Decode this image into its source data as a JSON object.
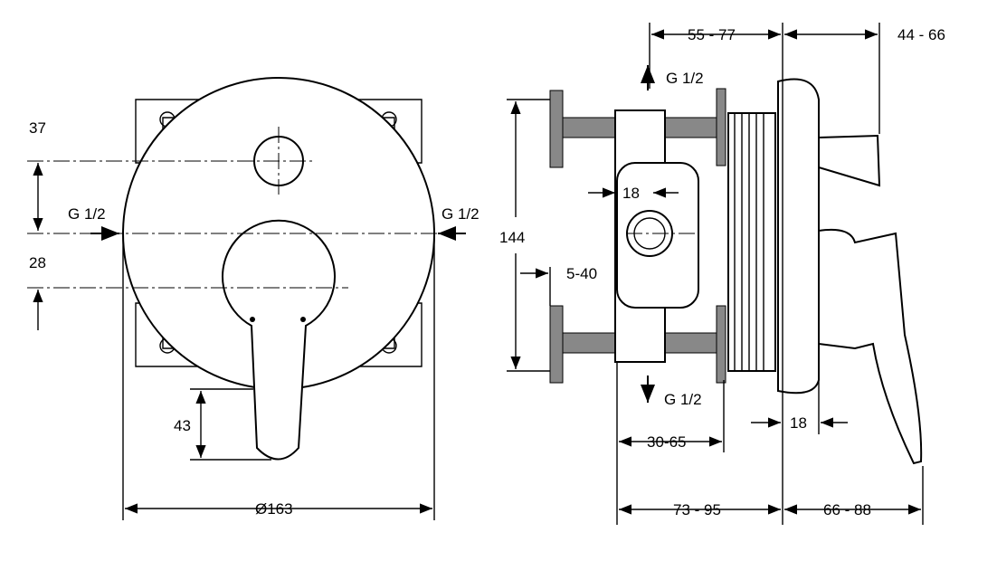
{
  "front_view": {
    "dim_37": "37",
    "inlet_left": "G 1/2",
    "inlet_right": "G 1/2",
    "dim_28": "28",
    "dim_43": "43",
    "diameter": "Ø163"
  },
  "side_view": {
    "dim_55_77": "55 - 77",
    "dim_44_66": "44 - 66",
    "outlet_top": "G 1/2",
    "outlet_bottom": "G 1/2",
    "dim_144": "144",
    "dim_18_body": "18",
    "dim_5_40": "5-40",
    "dim_30_65": "30-65",
    "dim_18_handle": "18",
    "dim_73_95": "73 - 95",
    "dim_66_88": "66 - 88"
  }
}
